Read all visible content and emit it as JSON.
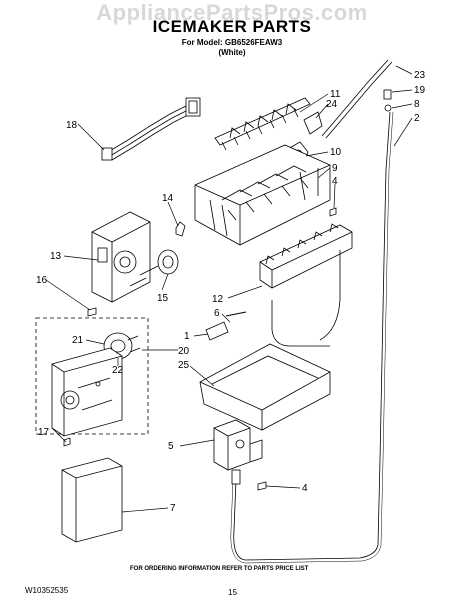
{
  "watermark": "AppliancePartsPros.com",
  "title": "ICEMAKER PARTS",
  "model_line": "For Model: GB6526FEAW3",
  "color_line": "(White)",
  "footer_note": "FOR ORDERING INFORMATION REFER TO PARTS PRICE LIST",
  "doc_number": "W10352535",
  "page_number": "15",
  "callouts": [
    "23",
    "19",
    "8",
    "2",
    "11",
    "24",
    "10",
    "9",
    "4",
    "18",
    "14",
    "13",
    "16",
    "15",
    "12",
    "6",
    "1",
    "21",
    "20",
    "22",
    "25",
    "17",
    "5",
    "4",
    "7"
  ]
}
